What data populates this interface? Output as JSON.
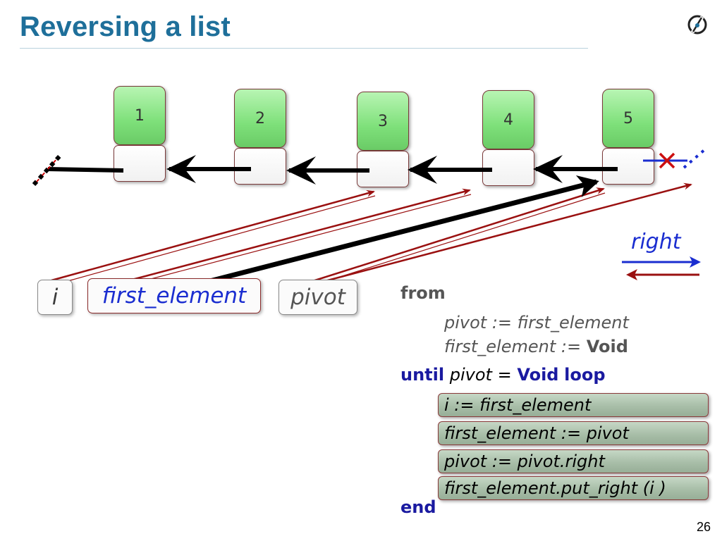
{
  "slide": {
    "title": "Reversing a list",
    "page_number": "26"
  },
  "nodes": [
    {
      "label": "1"
    },
    {
      "label": "2"
    },
    {
      "label": "3"
    },
    {
      "label": "4"
    },
    {
      "label": "5"
    }
  ],
  "variables": {
    "i": "i",
    "first_element": "first_element",
    "pivot": "pivot"
  },
  "legend": {
    "right_label": "right"
  },
  "code": {
    "from_kw": "from",
    "from_line1": "pivot := first_element",
    "from_line2_expr": "first_element :=",
    "from_line2_void": "Void",
    "until_kw": "until",
    "until_expr": "pivot =",
    "until_void": "Void",
    "loop_kw": "loop",
    "body": [
      "i := first_element",
      "first_element := pivot",
      "pivot := pivot.right",
      "first_element.put_right (i )"
    ],
    "end_kw": "end"
  },
  "colors": {
    "title": "#1e6f9a",
    "node_green": "#7ee07a",
    "blue_arrow": "#1a2dd0",
    "red_arrow": "#9a1010",
    "black_arrow": "#000000"
  }
}
